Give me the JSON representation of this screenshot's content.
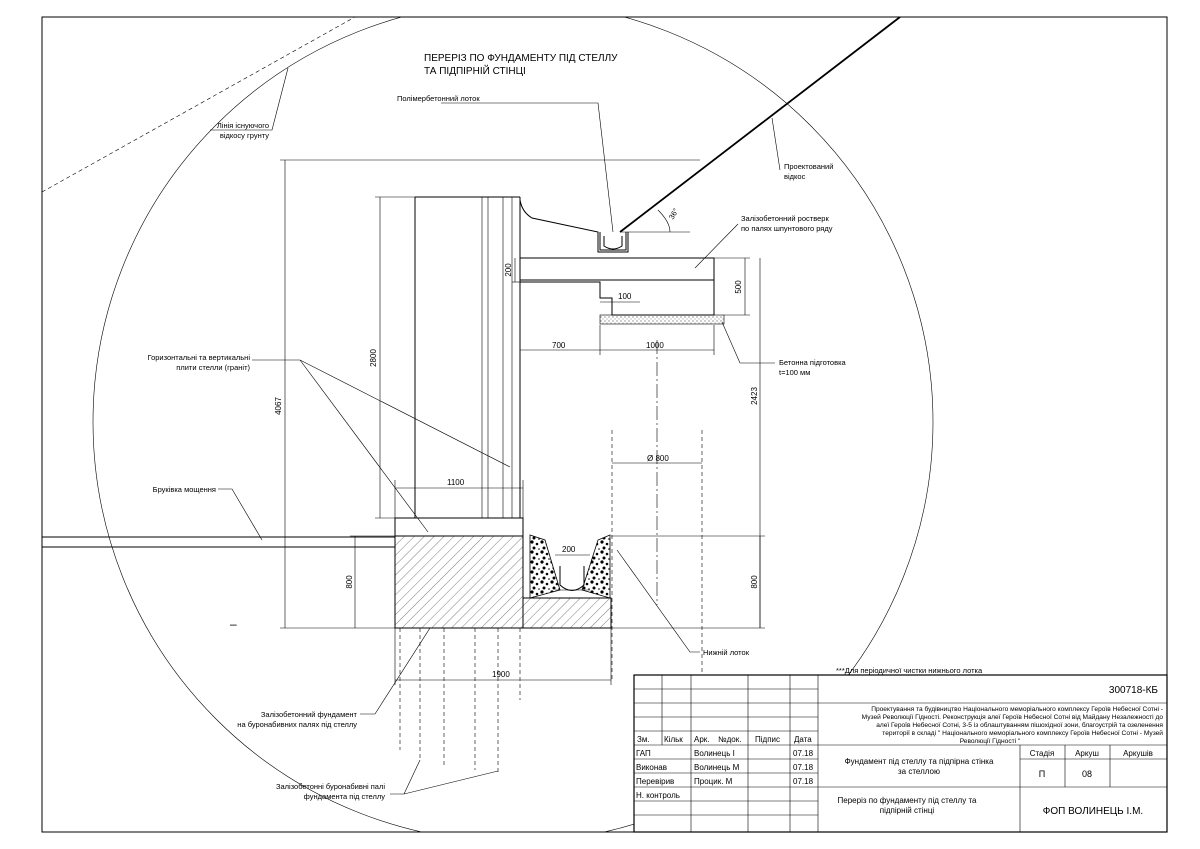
{
  "drawing": {
    "title_line1": "ПЕРЕРІЗ ПО ФУНДАМЕНТУ ПІД СТЕЛЛУ",
    "title_line2": "ТА ПІДПІРНІЙ СТІНЦІ",
    "labels": {
      "existing_slope_1": "Лінія існуючого",
      "existing_slope_2": "відкосу грунту",
      "polymer_tray": "Полімербетонний лоток",
      "designed_slope_1": "Проектований",
      "designed_slope_2": "відкос",
      "grillage_1": "Залізобетонний ростверк",
      "grillage_2": "по палях шпунтового ряду",
      "concrete_prep_1": "Бетонна підготовка",
      "concrete_prep_2": "t=100 мм",
      "granite_plates_1": "Горизонтальні та вертикальні",
      "granite_plates_2": "плити стелли (граніт)",
      "paving": "Бруківка мощення",
      "lower_tray": "Нижній лоток",
      "foundation_1": "Залізобетонний фундамент",
      "foundation_2": "на буронабивних палях під стеллу",
      "piles_1": "Залізобетонні буронабивні палі",
      "piles_2": "фундамента під стеллу",
      "cleaning_note": "***Для періодичної чистки нижнього лотка",
      "minus_sign": "–"
    },
    "dimensions": {
      "d4067": "4067",
      "d2800": "2800",
      "d200_top": "200",
      "d500": "500",
      "d100": "100",
      "d700": "700",
      "d1000": "1000",
      "d2423": "2423",
      "d800_dia": "Ø 800",
      "d1100": "1100",
      "d200_tray": "200",
      "d800_left": "800",
      "d800_right": "800",
      "d1900": "1900",
      "angle": "36°"
    }
  },
  "title_block": {
    "code": "300718-КБ",
    "project_description": [
      "Проектування та будівництво Національного меморіального комплексу Героїв Небесної Сотні -",
      "Музей Революції Гідності. Реконструкція алеї Героїв Небесної Сотні від Майдану Незалежності до",
      "алеї Героїв Небесної Сотні, 3-5 із облаштуванням пішохідної зони, благоустрій та озеленення",
      "території в складі \" Національного меморіального комплексу Героїв Небесної Сотні - Музей",
      "Революції Гідності \""
    ],
    "header": {
      "zm": "Зм.",
      "kilk": "Кільк",
      "ark": "Арк.",
      "ndok": "№док.",
      "pidpys": "Підпис",
      "data": "Дата"
    },
    "rows": [
      {
        "role": "ГАП",
        "name": "Волинець І",
        "date": "07.18"
      },
      {
        "role": "Виконав",
        "name": "Волинець М",
        "date": "07.18"
      },
      {
        "role": "Перевірив",
        "name": "Процик. М",
        "date": "07.18"
      },
      {
        "role": "Н. контроль",
        "name": "",
        "date": ""
      }
    ],
    "sheet_title_1": "Фундамент під стеллу та підпірна стінка",
    "sheet_title_2": "за стеллою",
    "stage_header": "Стадія",
    "sheet_header": "Аркуш",
    "sheets_header": "Аркушів",
    "stage_value": "П",
    "sheet_value": "08",
    "sheets_value": "",
    "drawing_name_1": "Переріз по фундаменту під стеллу та",
    "drawing_name_2": "підпірній стінці",
    "company": "ФОП ВОЛИНЕЦЬ І.М."
  }
}
